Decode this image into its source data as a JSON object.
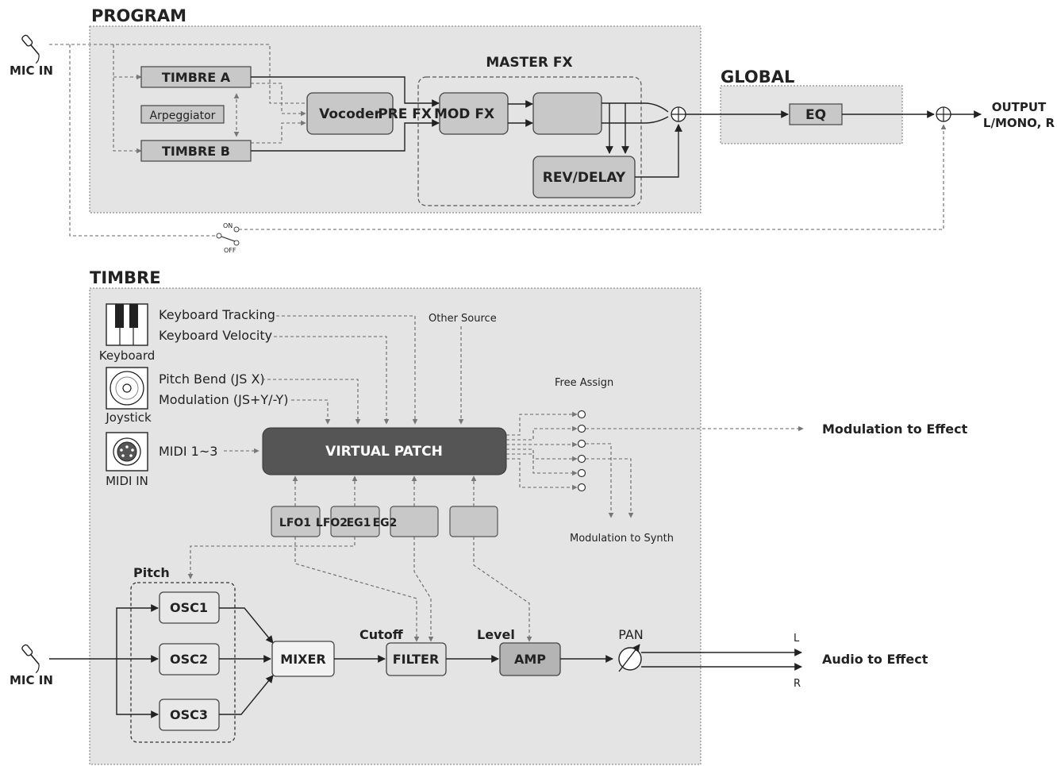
{
  "program": {
    "title": "PROGRAM",
    "mic_in": "MIC IN",
    "timbre_a": "TIMBRE A",
    "timbre_b": "TIMBRE B",
    "arpeggiator": "Arpeggiator",
    "vocoder": "Vocoder",
    "master_fx": "MASTER FX",
    "pre_fx": "PRE FX",
    "mod_fx": "MOD FX",
    "rev_delay": "REV/DELAY",
    "switch_on": "ON",
    "switch_off": "OFF"
  },
  "global": {
    "title": "GLOBAL",
    "eq": "EQ",
    "output_line1": "OUTPUT",
    "output_line2": "L/MONO, R"
  },
  "timbre": {
    "title": "TIMBRE",
    "keyboard": "Keyboard",
    "joystick": "Joystick",
    "midi_in": "MIDI IN",
    "keyboard_tracking": "Keyboard Tracking",
    "keyboard_velocity": "Keyboard Velocity",
    "pitch_bend": "Pitch Bend (JS X)",
    "modulation": "Modulation (JS+Y/-Y)",
    "midi_cc": "MIDI 1~3",
    "other_source": "Other Source",
    "free_assign": "Free Assign",
    "virtual_patch": "VIRTUAL PATCH",
    "modulation_to_effect": "Modulation to Effect",
    "modulation_to_synth": "Modulation to Synth",
    "lfo1": "LFO1",
    "lfo2": "LFO2",
    "eg1": "EG1",
    "eg2": "EG2",
    "pitch": "Pitch",
    "osc1": "OSC1",
    "osc2": "OSC2",
    "osc3": "OSC3",
    "mixer": "MIXER",
    "cutoff": "Cutoff",
    "filter": "FILTER",
    "level": "Level",
    "amp": "AMP",
    "pan": "PAN",
    "mic_in": "MIC IN",
    "out_l": "L",
    "out_r": "R",
    "audio_to_effect": "Audio to Effect"
  },
  "colors": {
    "panel": "#e4e4e4",
    "block": "#c8c8c8",
    "virtual_patch": "#555555",
    "line": "#222222"
  }
}
